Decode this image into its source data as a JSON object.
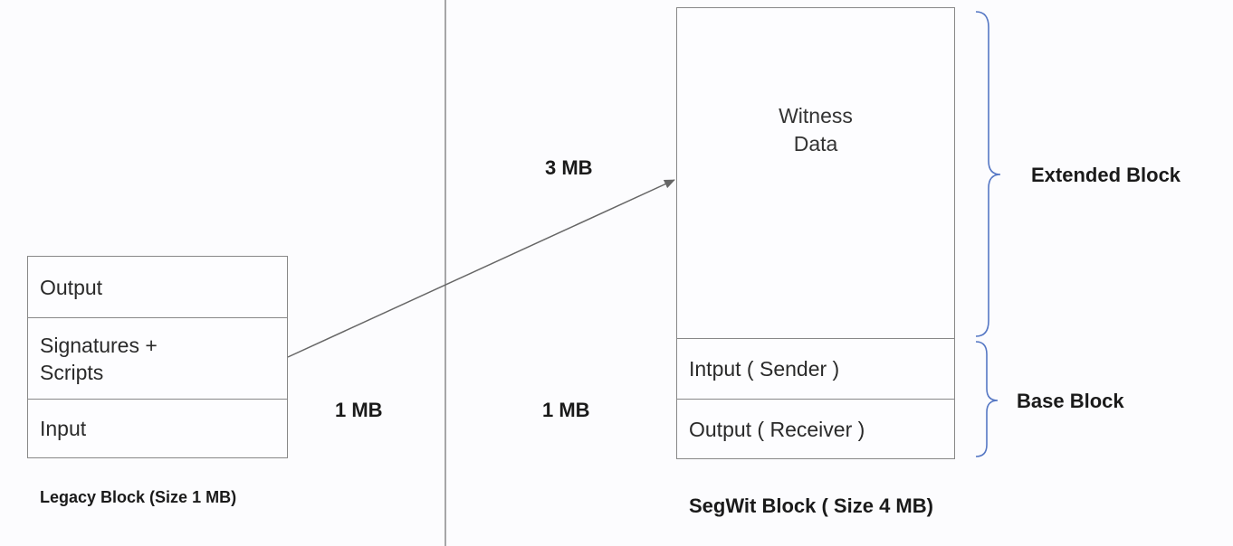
{
  "legacy_block": {
    "rows": [
      "Output",
      "Signatures +\nScripts",
      "Input"
    ],
    "caption": "Legacy Block (Size 1 MB)",
    "size_label": "1 MB"
  },
  "segwit_block": {
    "witness_label_line1": "Witness",
    "witness_label_line2": "Data",
    "rows": [
      "Intput ( Sender )",
      "Output ( Receiver )"
    ],
    "caption": "SegWit Block ( Size 4 MB)",
    "base_size_label": "1 MB",
    "witness_size_label": "3 MB"
  },
  "braces": {
    "extended_label": "Extended Block",
    "base_label": "Base Block",
    "color": "#5577c4"
  },
  "colors": {
    "border": "#888888",
    "arrow": "#666666",
    "divider": "#8a8a8a"
  }
}
